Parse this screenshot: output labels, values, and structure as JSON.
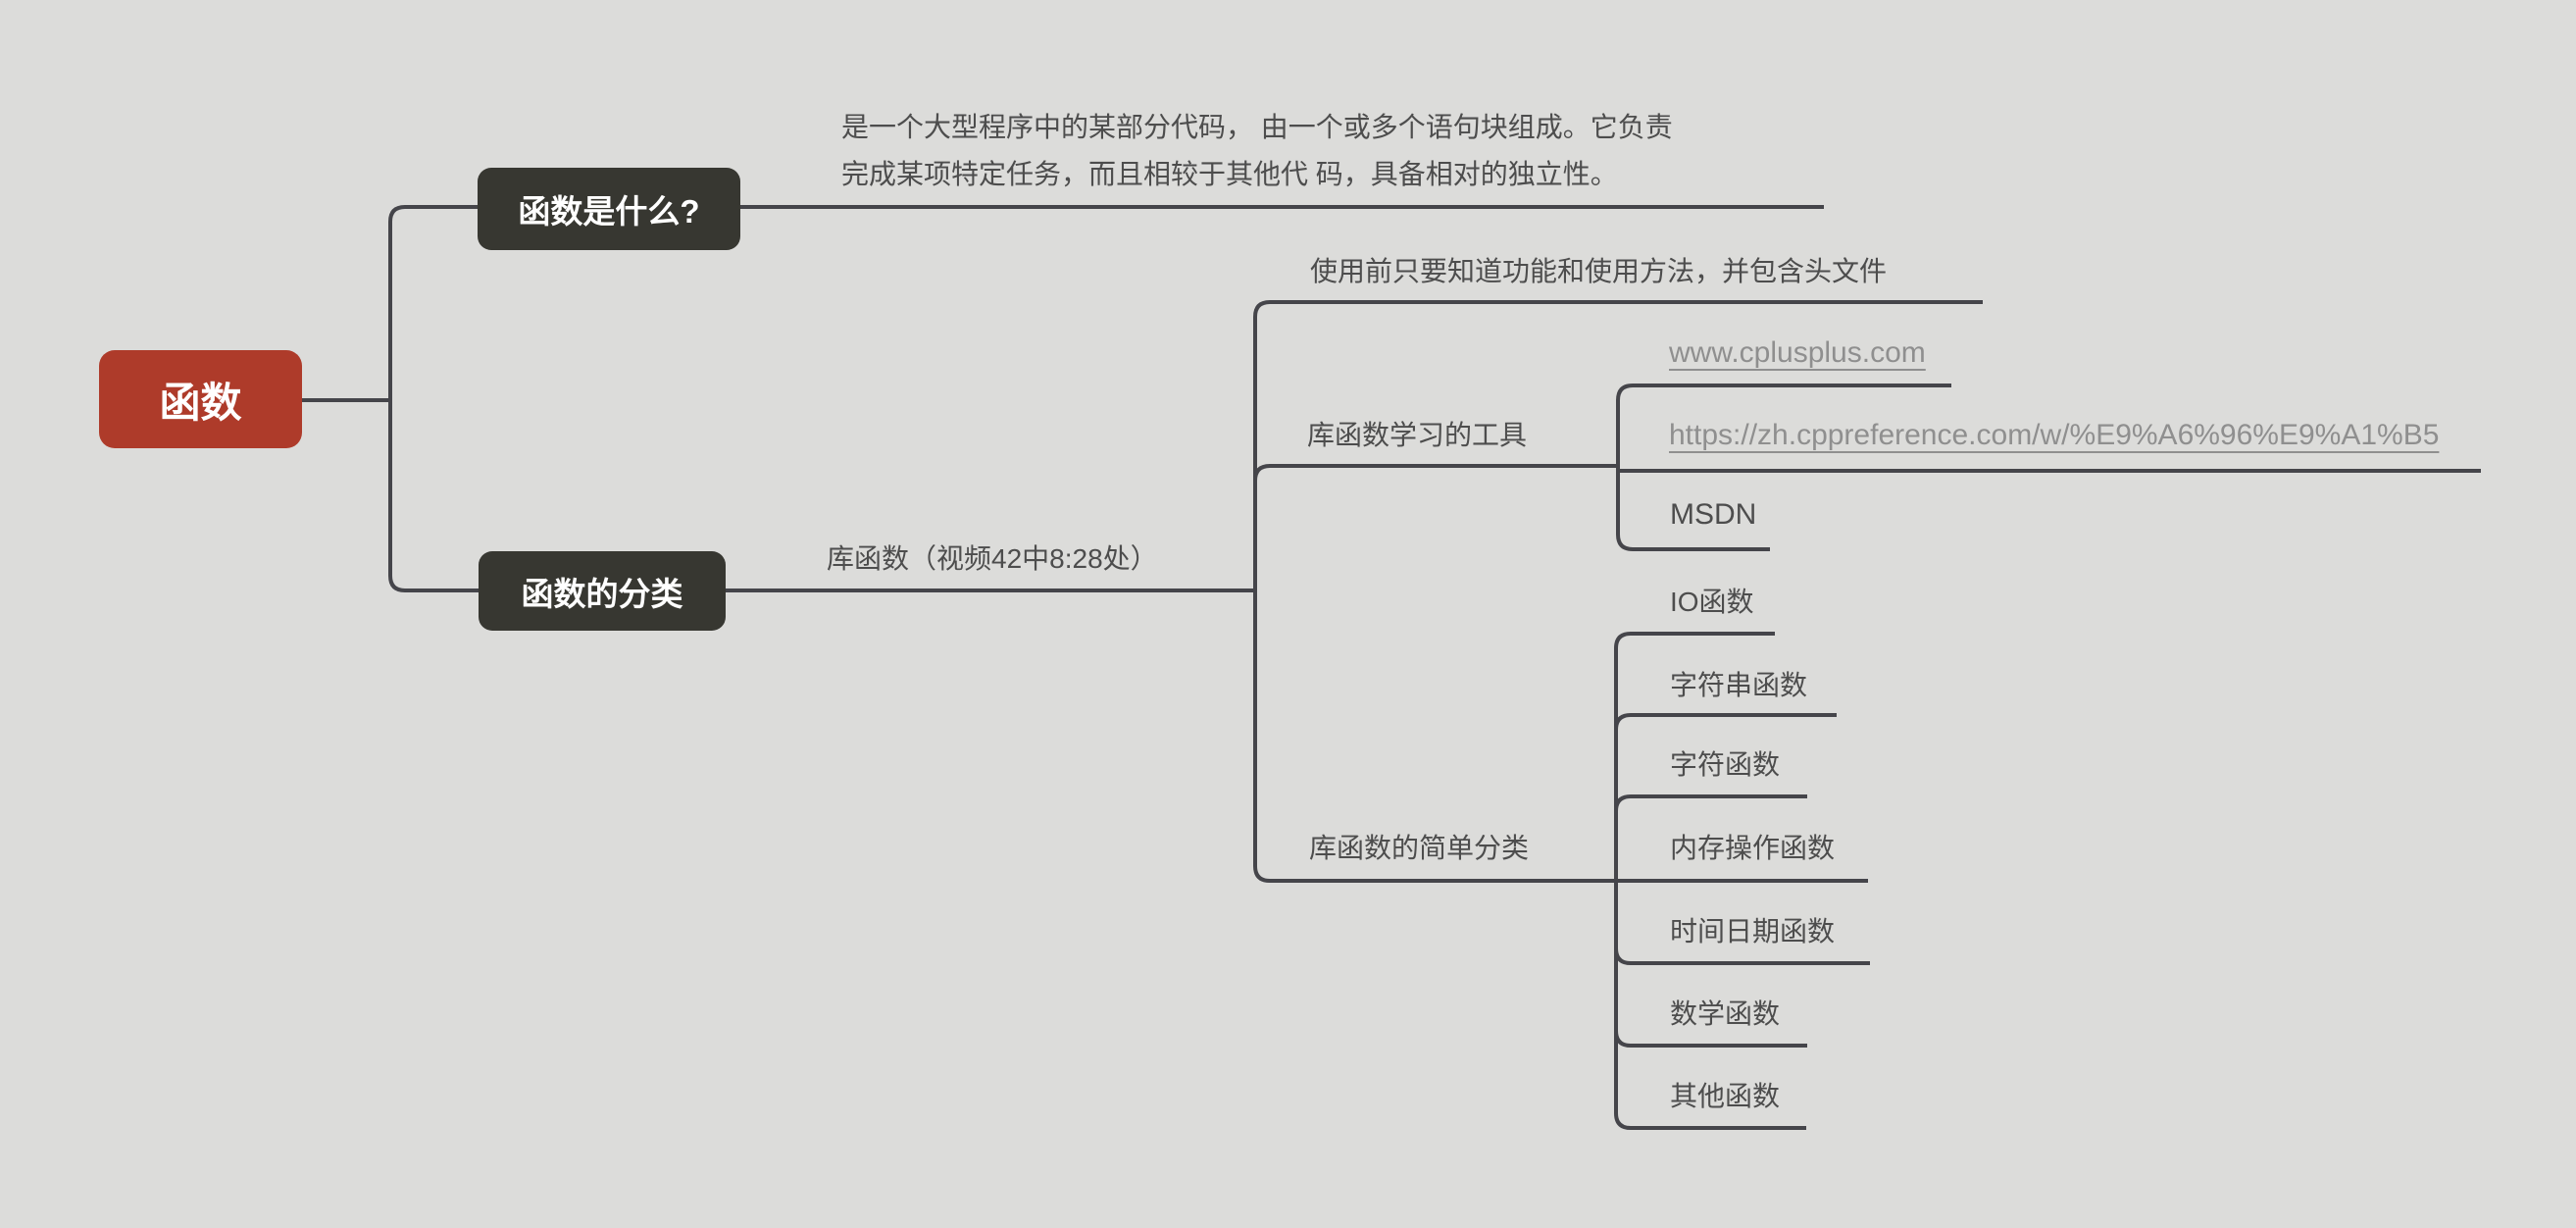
{
  "colors": {
    "background": "#dcdcda",
    "line": "#45454a",
    "root_bg": "#ae3b2a",
    "branch_bg": "#373731",
    "node_text": "#ffffff",
    "text": "#4d4d4d",
    "link": "#8f8f8f"
  },
  "root": {
    "label": "函数"
  },
  "branches": {
    "what": {
      "label": "函数是什么?",
      "note_lines": [
        "是一个大型程序中的某部分代码， 由一个或多个语句块组成。它负责",
        "完成某项特定任务，而且相较于其他代 码，具备相对的独立性。"
      ]
    },
    "classification": {
      "label": "函数的分类",
      "library": {
        "label": "库函数（视频42中8:28处）",
        "usage_note": "使用前只要知道功能和使用方法，并包含头文件",
        "tools": {
          "label": "库函数学习的工具",
          "children": [
            {
              "label": "www.cplusplus.com",
              "link": true
            },
            {
              "label": "https://zh.cppreference.com/w/%E9%A6%96%E9%A1%B5",
              "link": true
            },
            {
              "label": "MSDN",
              "link": false
            }
          ]
        },
        "categories": {
          "label": "库函数的简单分类",
          "items": [
            "IO函数",
            "字符串函数",
            "字符函数",
            "内存操作函数",
            "时间日期函数",
            "数学函数",
            "其他函数"
          ]
        }
      }
    }
  }
}
